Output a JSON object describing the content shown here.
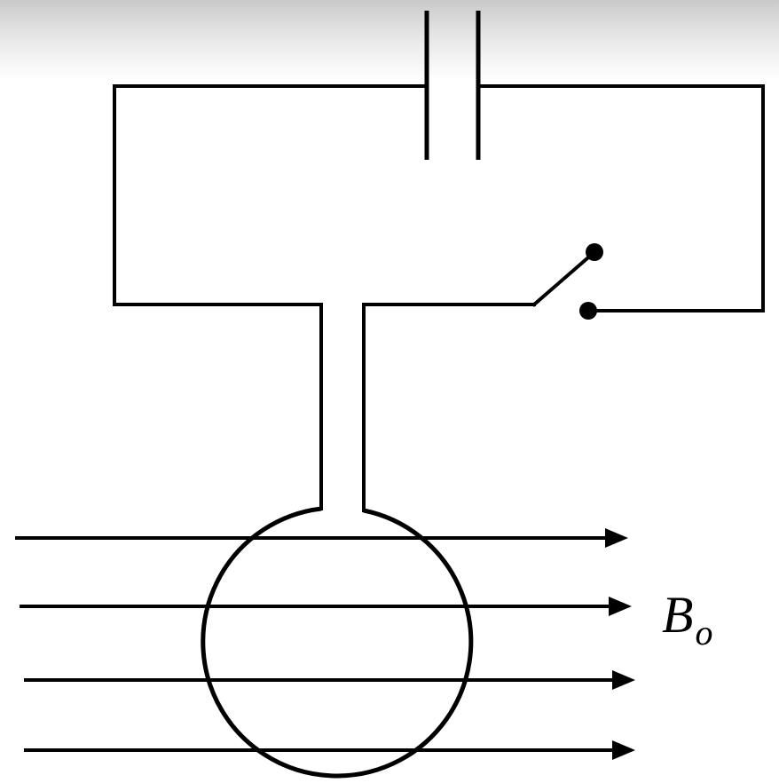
{
  "diagram": {
    "field_label": {
      "main": "B",
      "subscript": "o"
    },
    "field_line_count": 4
  }
}
